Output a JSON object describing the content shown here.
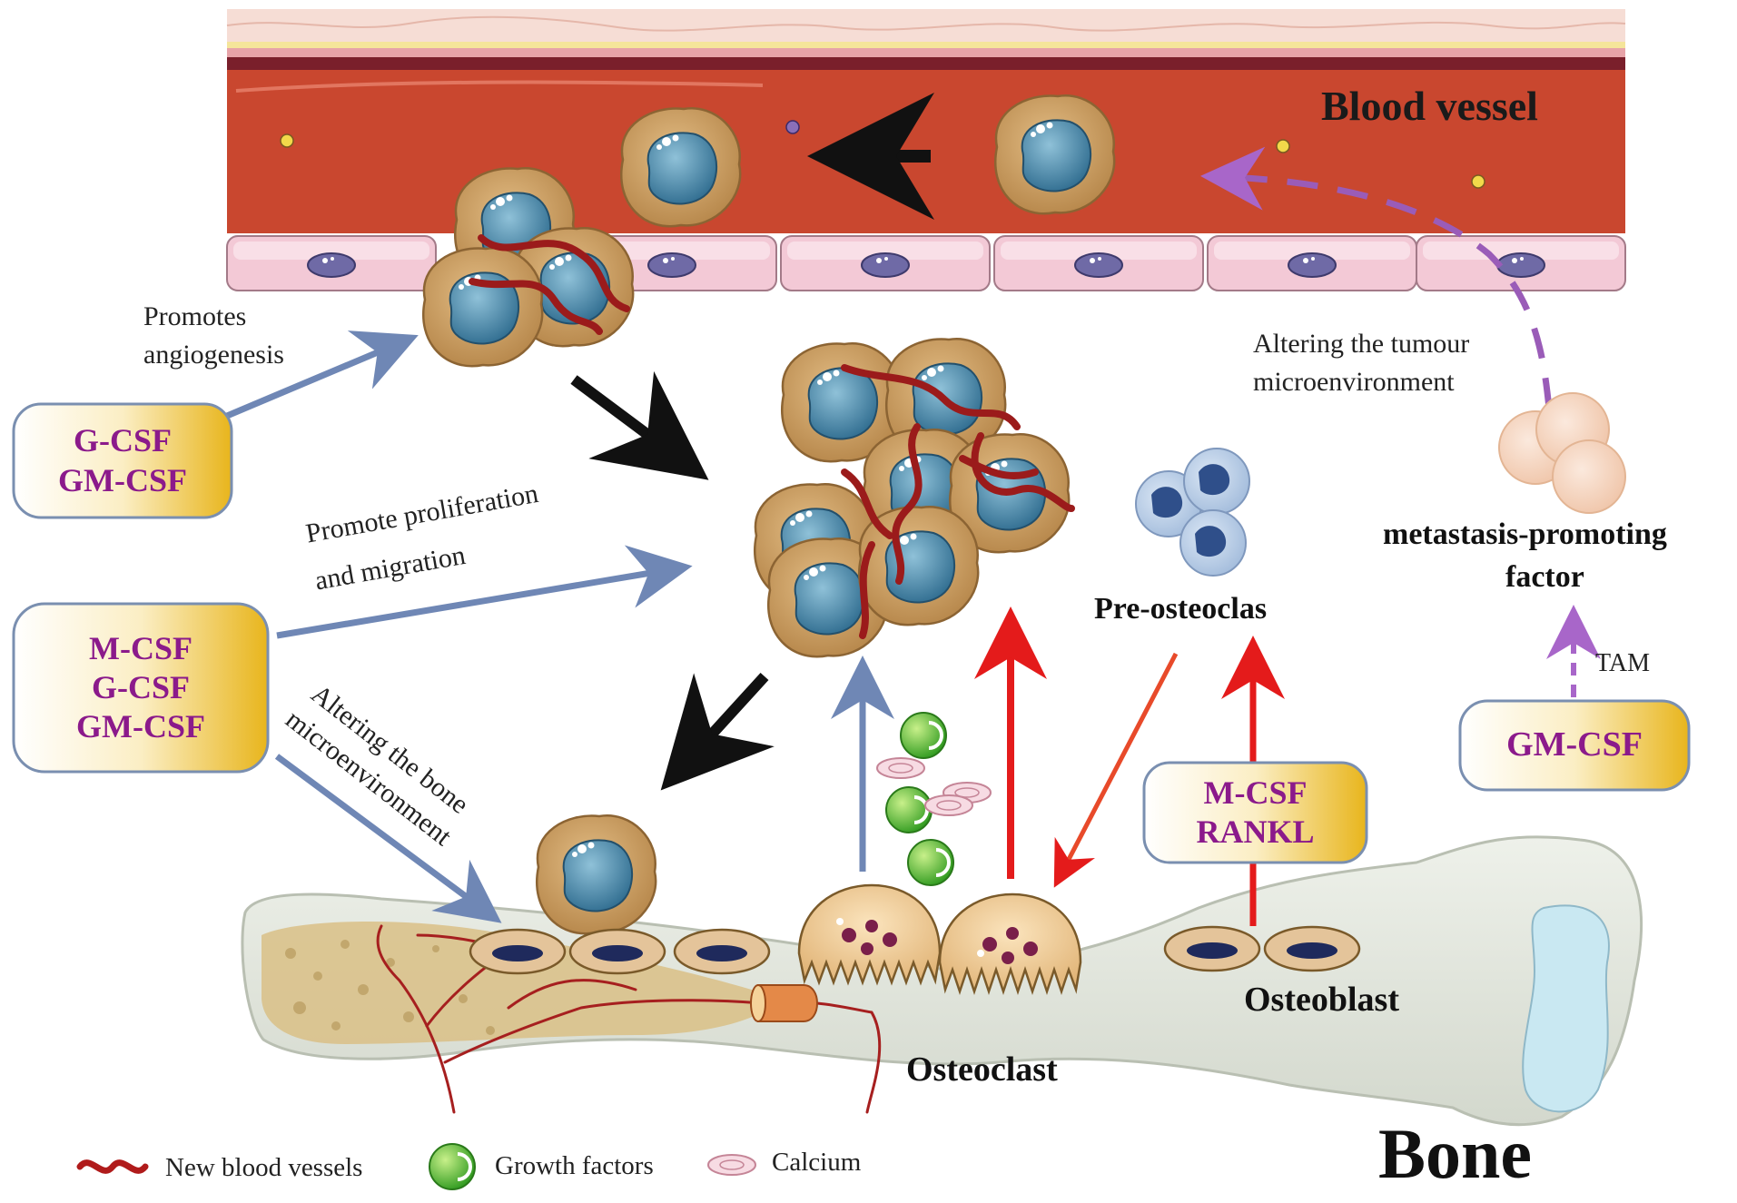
{
  "title": "Blood vessel",
  "bone_title": "Bone",
  "labels": {
    "promotes_angiogenesis_1": "Promotes",
    "promotes_angiogenesis_2": "angiogenesis",
    "promote_prolif_1": "Promote proliferation",
    "promote_prolif_2": "and migration",
    "altering_bone_1": "Altering the bone",
    "altering_bone_2": "microenvironment",
    "altering_tumour_1": "Altering the tumour",
    "altering_tumour_2": "microenvironment",
    "metastasis_1": "metastasis-promoting",
    "metastasis_2": "factor",
    "tam": "TAM",
    "pre_osteoclast": "Pre-osteoclas",
    "osteoclast": "Osteoclast",
    "osteoblast": "Osteoblast"
  },
  "boxes": {
    "box1": [
      "G-CSF",
      "GM-CSF"
    ],
    "box2": [
      "M-CSF",
      "G-CSF",
      "GM-CSF"
    ],
    "box3": [
      "M-CSF",
      "RANKL"
    ],
    "box4": [
      "GM-CSF"
    ]
  },
  "legend": {
    "new_vessels": "New blood vessels",
    "growth_factors": "Growth factors",
    "calcium": "Calcium"
  },
  "colors": {
    "vessel_red": "#c9472f",
    "box_gold": "#e8b824",
    "box_text": "#8b1a8b",
    "arrow_blue": "#6f87b5",
    "arrow_red": "#e41b1b",
    "arrow_purple": "#9a5cb8",
    "tumour_tan": "#c79a5c",
    "nucleus_blue": "#3f7fa3",
    "growth_green": "#3aa52a"
  }
}
